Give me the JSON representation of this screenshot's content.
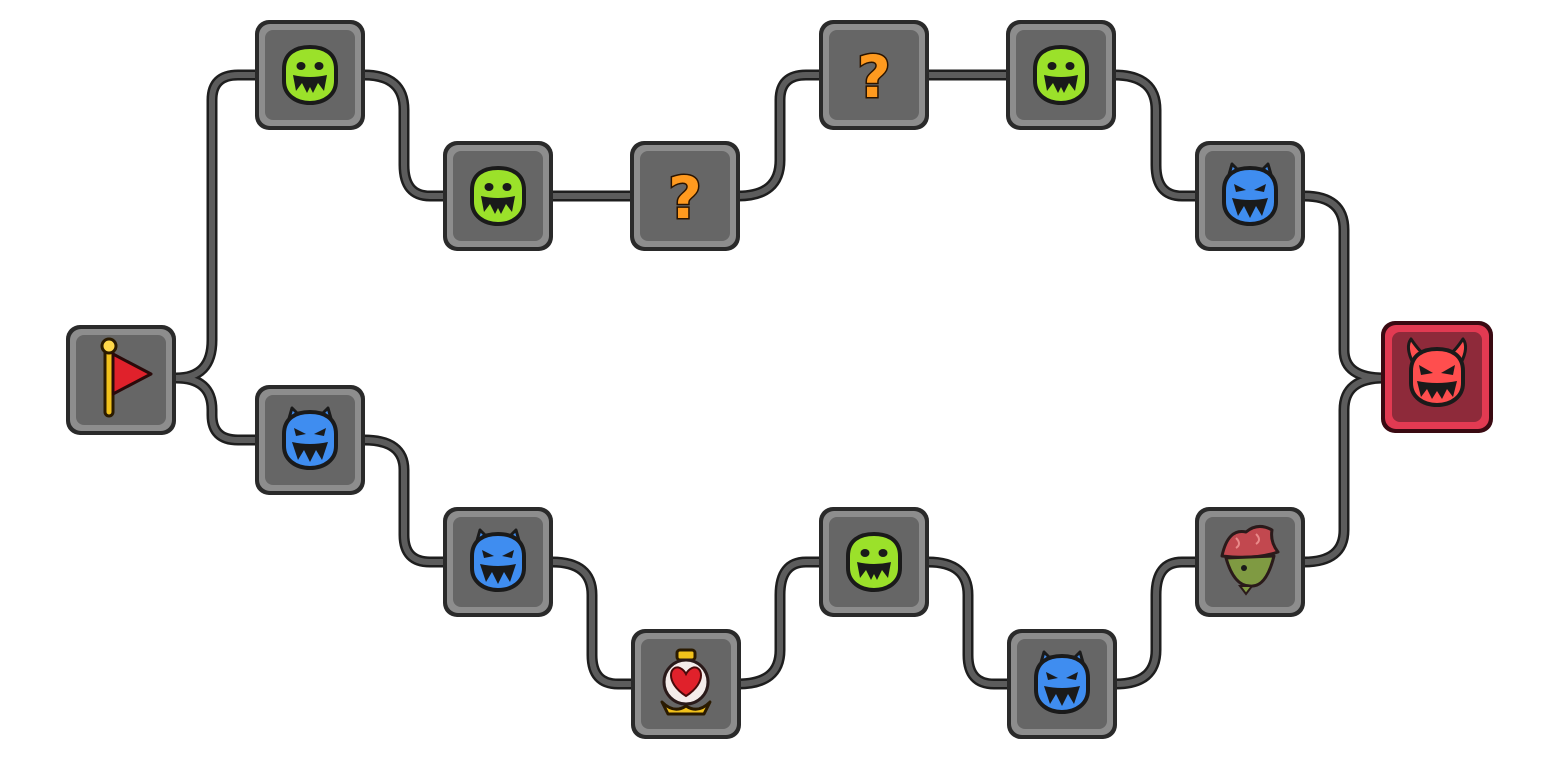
{
  "screen": "stage-route-map",
  "colors": {
    "path": "#1e1e1e",
    "tile": "#666666",
    "boss_tile": "#8e2a3a",
    "enemy_green": "#9be12a",
    "enemy_blue": "#3f8df0",
    "enemy_red": "#ff4e4e",
    "question": "#ff9a1f",
    "flag_red": "#e0212b"
  },
  "nodes": {
    "start": {
      "icon": "flag-icon",
      "type": "start"
    },
    "top_1": {
      "icon": "green-monster-icon",
      "type": "enemy"
    },
    "top_2": {
      "icon": "green-monster-icon",
      "type": "enemy"
    },
    "top_3": {
      "icon": "question-mark-icon",
      "type": "mystery",
      "glyph": "?"
    },
    "top_4": {
      "icon": "question-mark-icon",
      "type": "mystery",
      "glyph": "?"
    },
    "top_5": {
      "icon": "green-monster-icon",
      "type": "enemy"
    },
    "top_6": {
      "icon": "blue-monster-icon",
      "type": "elite-enemy"
    },
    "bottom_1": {
      "icon": "blue-monster-icon",
      "type": "elite-enemy"
    },
    "bottom_2": {
      "icon": "blue-monster-icon",
      "type": "elite-enemy"
    },
    "bottom_3": {
      "icon": "heart-potion-icon",
      "type": "heal"
    },
    "bottom_4": {
      "icon": "green-monster-icon",
      "type": "enemy"
    },
    "bottom_5": {
      "icon": "blue-monster-icon",
      "type": "elite-enemy"
    },
    "bottom_6": {
      "icon": "jester-hat-icon",
      "type": "special"
    },
    "boss": {
      "icon": "red-demon-icon",
      "type": "boss"
    }
  }
}
